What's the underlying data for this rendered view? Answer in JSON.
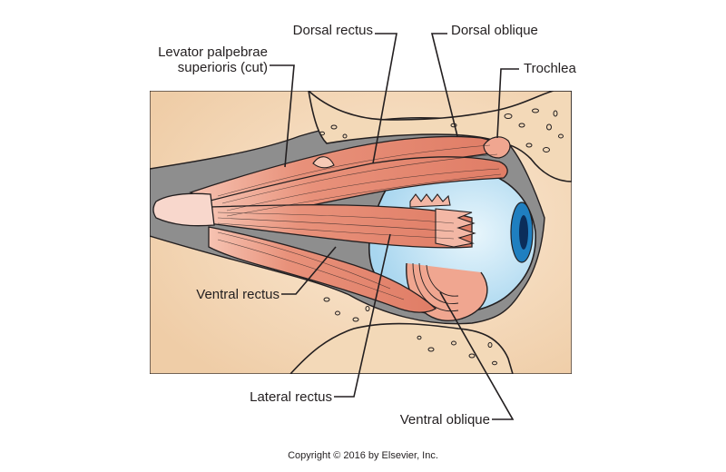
{
  "labels": {
    "dorsal_rectus": "Dorsal rectus",
    "dorsal_oblique": "Dorsal oblique",
    "levator_line1": "Levator palpebrae",
    "levator_line2": "superioris (cut)",
    "trochlea": "Trochlea",
    "ventral_rectus": "Ventral rectus",
    "lateral_rectus": "Lateral rectus",
    "ventral_oblique": "Ventral oblique"
  },
  "copyright": "Copyright © 2016 by Elsevier, Inc.",
  "colors": {
    "bone": "#f2d7b5",
    "bone_dark": "#e3b98f",
    "fat_gray": "#8c8c8c",
    "muscle": "#e8917a",
    "muscle_light": "#f4b6a2",
    "tendon": "#f8d7cc",
    "eyeball": "#c9e7f6",
    "iris": "#1f7fc0",
    "pupil": "#0b2e5a",
    "line": "#231f20"
  }
}
